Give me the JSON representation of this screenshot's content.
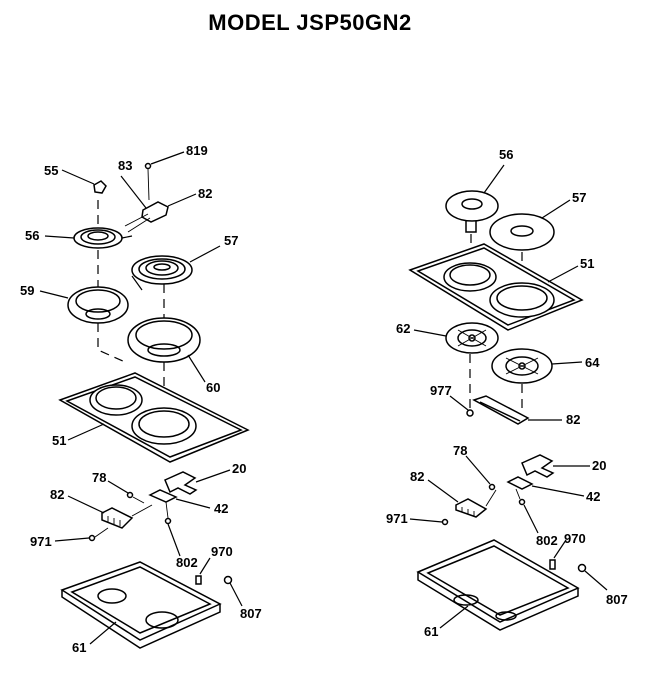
{
  "diagram": {
    "title": "MODEL JSP50GN2",
    "left_assembly": {
      "labels": {
        "l55": "55",
        "l83": "83",
        "l819": "819",
        "l82top": "82",
        "l56": "56",
        "l57": "57",
        "l59": "59",
        "l60": "60",
        "l51": "51",
        "l20": "20",
        "l78": "78",
        "l42": "42",
        "l82": "82",
        "l971": "971",
        "l802": "802",
        "l970": "970",
        "l807": "807",
        "l61": "61"
      }
    },
    "right_assembly": {
      "labels": {
        "l56": "56",
        "l57": "57",
        "l51": "51",
        "l62": "62",
        "l64": "64",
        "l977": "977",
        "l82top": "82",
        "l78": "78",
        "l20": "20",
        "l82": "82",
        "l42": "42",
        "l971": "971",
        "l802": "802",
        "l970": "970",
        "l807": "807",
        "l61": "61"
      }
    }
  }
}
